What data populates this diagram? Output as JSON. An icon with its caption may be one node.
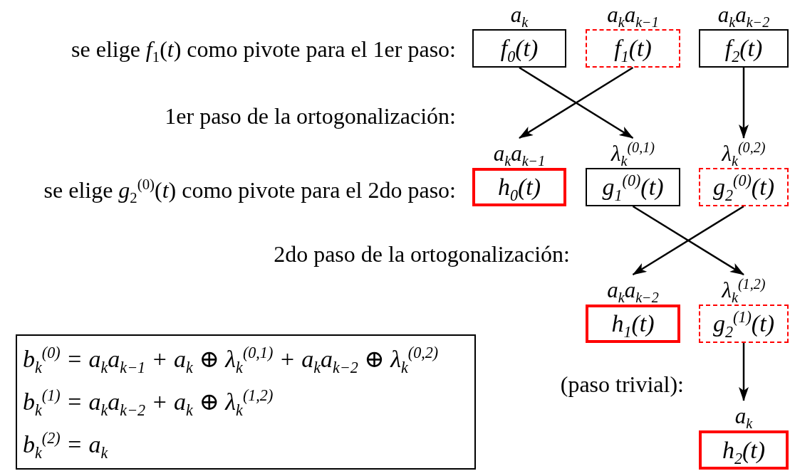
{
  "diagram": {
    "nodes": [
      {
        "text": [
          "a$_{k}$",
          "f$_{0}$(t)"
        ]
      },
      {
        "text": [
          "a$_{k}$a$_{k−1}$",
          "f$_{1}$(t)"
        ]
      },
      {
        "text": [
          "a$_{k}$a$_{k−2}$",
          "f$_{2}$(t)"
        ]
      },
      {
        "text": [
          "a$_{k}$a$_{k−1}$",
          "h$_{0}$(t)"
        ]
      },
      {
        "text": [
          "λ$_{k}$$^{(0,1)}$",
          "g$_{1}$$^{(0)}$(t)"
        ]
      },
      {
        "text": [
          "λ$_{k}$$^{(0,2)}$",
          "g$_{2}$$^{(0)}$(t)"
        ]
      },
      {
        "text": [
          "a$_{k}$a$_{k−2}$",
          "h$_{1}$(t)"
        ]
      },
      {
        "text": [
          "λ$_{k}$$^{(1,2)}$",
          "g$_{2}$$^{(1)}$(t)"
        ]
      },
      {
        "text": [
          "a$_{k}$",
          "h$_{2}$(t)"
        ]
      },
      {
        "text": [
          "b$_{k}$$^{(0)}$ = a$_{k}$a$_{k−1}$ + a$_{k}$ ⊕ λ$_{k}$$^{(0,1)}$ + a$_{k}$a$_{k−2}$ ⊕ λ$_{k}$$^{(0,2)}$",
          "b$_{k}$$^{(1)}$ = a$_{k}$a$_{k−2}$ + a$_{k}$ ⊕ λ$_{k}$$^{(1,2)}$",
          "b$_{k}$$^{(2)}$ = a$_{k}$"
        ]
      }
    ],
    "edges": [
      {
        "from": 0,
        "to": 4,
        "arrow": "to"
      },
      {
        "from": 1,
        "to": 3,
        "arrow": "to"
      },
      {
        "from": 2,
        "to": 5,
        "arrow": "to"
      },
      {
        "from": 4,
        "to": 7,
        "arrow": "to"
      },
      {
        "from": 5,
        "to": 6,
        "arrow": "to"
      },
      {
        "from": 7,
        "to": 8,
        "arrow": "to"
      }
    ],
    "labels": [
      "se elige *f*$_{1}$(*t*) como pivote para el 1er paso:",
      "1er paso de la ortogonalización:",
      "se elige *g*$_{2}$$^{(0)}$(*t*) como pivote para el 2do paso:",
      "2do paso de la ortogonalización:",
      "(paso trivial):"
    ]
  }
}
